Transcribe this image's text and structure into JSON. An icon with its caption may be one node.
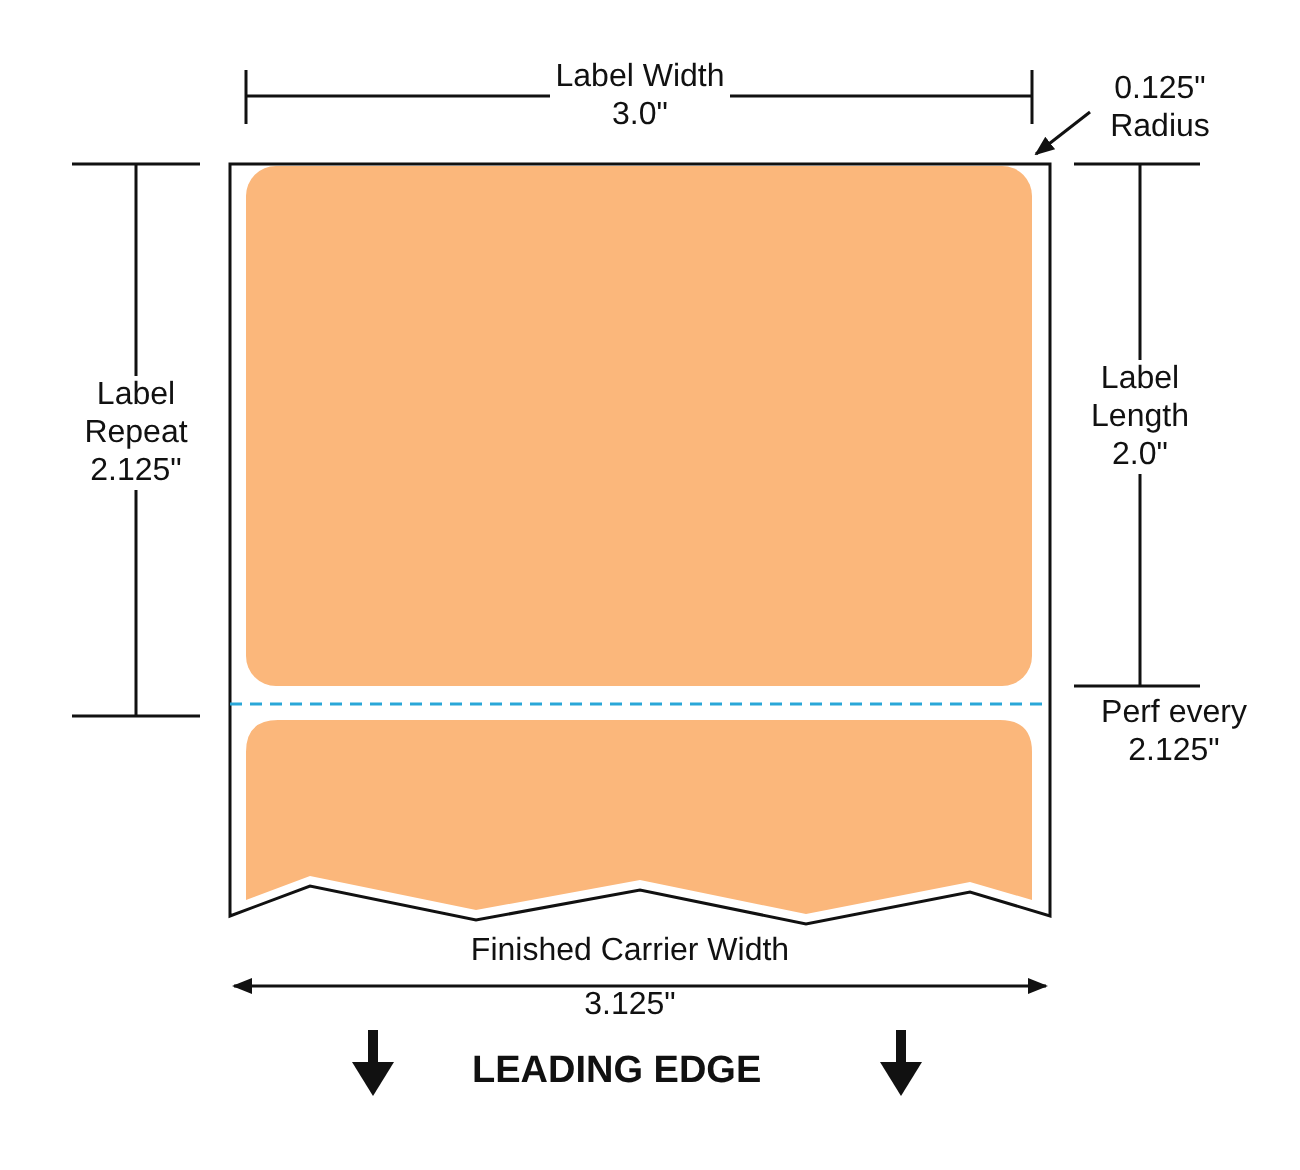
{
  "diagram": {
    "nodes": [
      {
        "text": [
          "0.125\" Radius"
        ]
      },
      {
        "text": [],
        "shape": "box"
      }
    ],
    "edges": [
      {
        "from": 0,
        "to": 1,
        "arrow": "to"
      }
    ],
    "labels": [
      "Label Width 3.0\"",
      "Label Repeat 2.125\"",
      "Label Length 2.0\"",
      "Perf every 2.125\"",
      "Finished Carrier Width 3.125\"",
      "LEADING EDGE"
    ]
  }
}
